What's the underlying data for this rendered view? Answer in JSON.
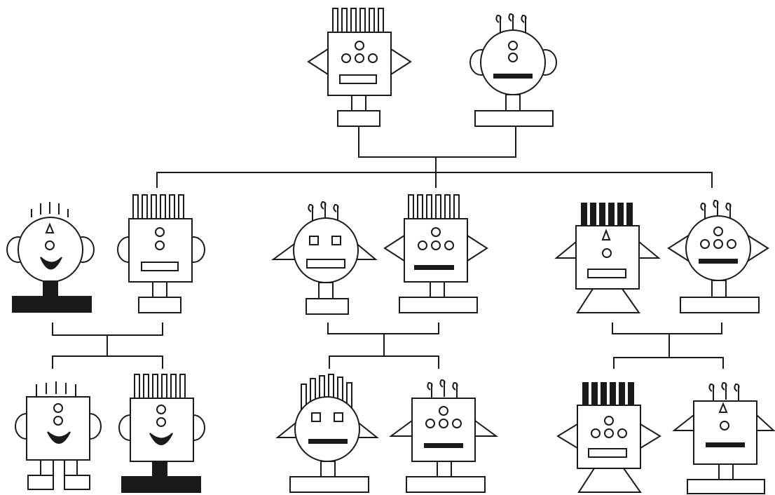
{
  "diagram": {
    "kind": "family-tree",
    "stroke_color": "#1a1a1a",
    "fill_dark": "#1a1a1a",
    "background": "#ffffff",
    "generations": [
      {
        "name": "parents",
        "robots": [
          {
            "id": "p1",
            "head": "square",
            "ears": "triangle",
            "hair": "bars",
            "hair_fill": "white",
            "eyes": "circles",
            "nose": "none",
            "mouth": "rect-open",
            "neck": "single",
            "base": "small",
            "base_fill": "white"
          },
          {
            "id": "p2",
            "head": "round",
            "ears": "round",
            "hair": "curls",
            "eyes": "circles-stacked",
            "nose": "none",
            "mouth": "line",
            "neck": "single",
            "base": "wide",
            "base_fill": "white"
          }
        ]
      },
      {
        "name": "children",
        "robots": [
          {
            "id": "c1",
            "head": "round",
            "ears": "round",
            "hair": "spikes",
            "nose": "triangle",
            "mouth": "smile",
            "base": "wide",
            "base_fill": "black"
          },
          {
            "id": "c2",
            "head": "square",
            "ears": "round",
            "hair": "bars",
            "mouth": "rect-open",
            "base": "small",
            "base_fill": "white"
          },
          {
            "id": "c3",
            "head": "round",
            "ears": "triangle",
            "hair": "curls",
            "eyes": "squares",
            "mouth": "rect-open",
            "base": "small",
            "base_fill": "white"
          },
          {
            "id": "c4",
            "head": "square",
            "ears": "triangle",
            "hair": "bars",
            "mouth": "line",
            "base": "wide",
            "base_fill": "white"
          },
          {
            "id": "c5",
            "head": "square",
            "ears": "triangle",
            "hair": "bars",
            "hair_fill": "black",
            "nose": "triangle",
            "mouth": "rect-open",
            "base": "trapezoid"
          },
          {
            "id": "c6",
            "head": "round",
            "ears": "triangle",
            "hair": "curls",
            "mouth": "line",
            "base": "wide",
            "base_fill": "white"
          }
        ]
      },
      {
        "name": "grandchildren",
        "robots": [
          {
            "id": "g1",
            "head": "square",
            "ears": "round",
            "hair": "spikes",
            "mouth": "smile",
            "base": "two-legs"
          },
          {
            "id": "g2",
            "head": "square",
            "ears": "round",
            "hair": "bars",
            "mouth": "smile",
            "base": "wide",
            "base_fill": "black"
          },
          {
            "id": "g3",
            "head": "round",
            "ears": "triangle",
            "hair": "bars-uneven",
            "eyes": "squares",
            "mouth": "line",
            "base": "wide",
            "base_fill": "white"
          },
          {
            "id": "g4",
            "head": "square",
            "ears": "triangle",
            "hair": "curls",
            "mouth": "line",
            "base": "wide",
            "base_fill": "white"
          },
          {
            "id": "g5",
            "head": "square",
            "ears": "triangle",
            "hair": "bars",
            "hair_fill": "black",
            "mouth": "rect-open",
            "base": "trapezoid"
          },
          {
            "id": "g6",
            "head": "square",
            "ears": "triangle",
            "hair": "curls",
            "nose": "triangle",
            "mouth": "line",
            "base": "wide",
            "base_fill": "white"
          }
        ]
      }
    ],
    "couples": [
      {
        "id": "parents-couple",
        "members": [
          "p1",
          "p2"
        ],
        "children": [
          "c1",
          "c2",
          "c3",
          "c4",
          "c5",
          "c6"
        ]
      },
      {
        "id": "couple-left",
        "members": [
          "c1",
          "c2"
        ],
        "children": [
          "g1",
          "g2"
        ]
      },
      {
        "id": "couple-middle",
        "members": [
          "c3",
          "c4"
        ],
        "children": [
          "g3",
          "g4"
        ]
      },
      {
        "id": "couple-right",
        "members": [
          "c5",
          "c6"
        ],
        "children": [
          "g5",
          "g6"
        ]
      }
    ]
  }
}
